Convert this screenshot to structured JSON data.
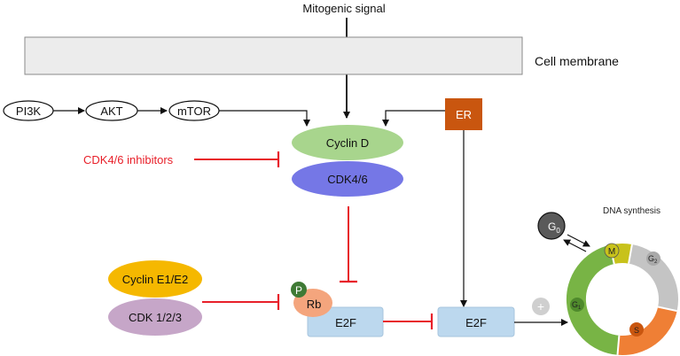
{
  "nodes": {
    "mitogenic_signal": "Mitogenic signal",
    "cell_membrane": "Cell membrane",
    "pi3k": "PI3K",
    "akt": "AKT",
    "mtor": "mTOR",
    "cyclin_d": "Cyclin D",
    "cdk46": "CDK4/6",
    "er": "ER",
    "cdk46_inhibitors": "CDK4/6 inhibitors",
    "cyclin_e": "Cyclin E1/E2",
    "cdk123": "CDK 1/2/3",
    "phospho": "P",
    "rb": "Rb",
    "e2f_bound": "E2F",
    "e2f_free": "E2F",
    "plus": "+",
    "dna_synthesis": "DNA synthesis"
  },
  "cell_cycle": {
    "g0": "G",
    "g0_sub": "0",
    "g1": "G",
    "g1_sub": "1",
    "g2": "G",
    "g2_sub": "2",
    "s": "S",
    "m": "M"
  },
  "colors": {
    "inhibition": "#e8202a",
    "cyclin_d": "#a8d58d",
    "cdk46": "#7577e6",
    "er": "#c9560f",
    "cyclin_e": "#f5b800",
    "cdk123": "#c6a6c8",
    "rb": "#f4a57d",
    "phospho": "#3f7a35",
    "e2f": "#bcd8ee",
    "g1": "#78b445",
    "g2": "#c4c4c4",
    "s": "#ef7f35",
    "m": "#c8c21b"
  }
}
